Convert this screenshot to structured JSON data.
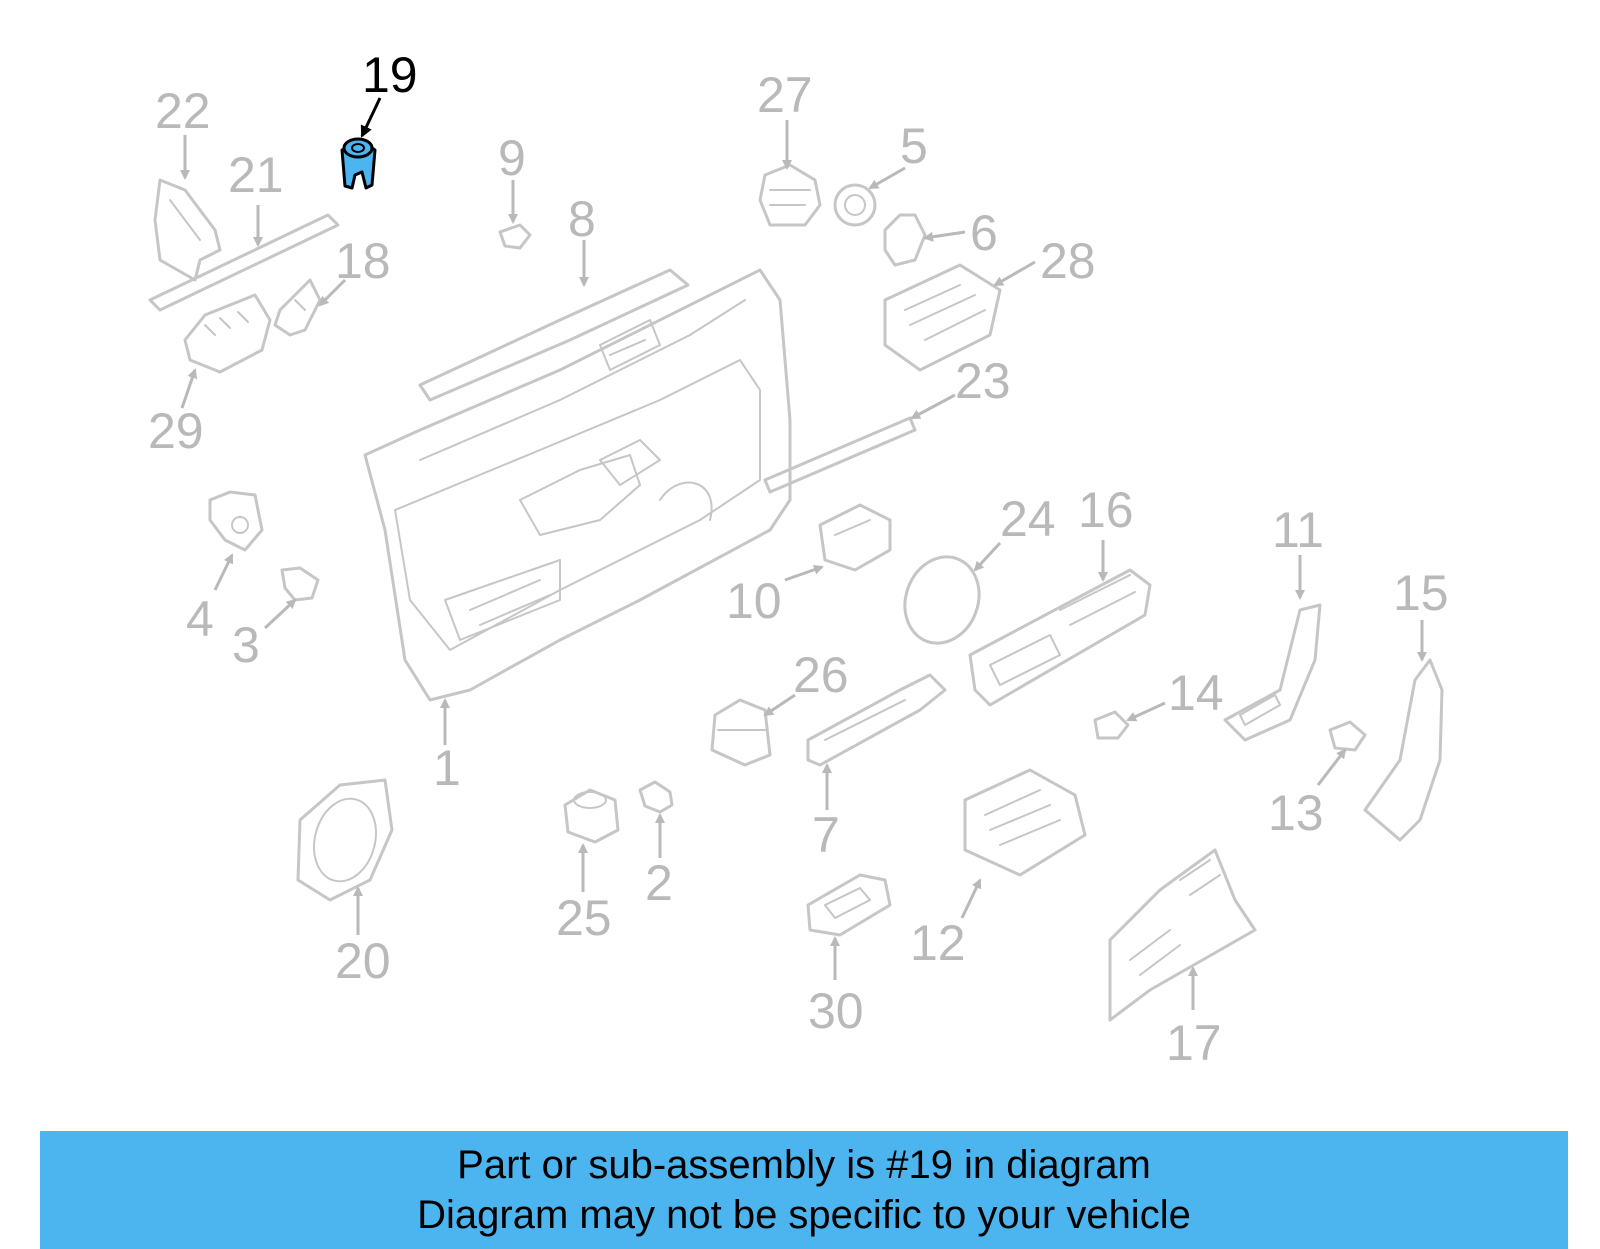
{
  "diagram": {
    "highlighted_part": "19",
    "highlight_color": "#4cb4ee",
    "part_color": "#c6c6c6",
    "callouts": [
      "1",
      "2",
      "3",
      "4",
      "5",
      "6",
      "7",
      "8",
      "9",
      "10",
      "11",
      "12",
      "13",
      "14",
      "15",
      "16",
      "17",
      "18",
      "19",
      "20",
      "21",
      "22",
      "23",
      "24",
      "25",
      "26",
      "27",
      "28",
      "29",
      "30"
    ]
  },
  "banner": {
    "background": "#4cb4ee",
    "line1": "Part or sub-assembly is #19 in diagram",
    "line2": "Diagram may not be specific to your vehicle"
  }
}
